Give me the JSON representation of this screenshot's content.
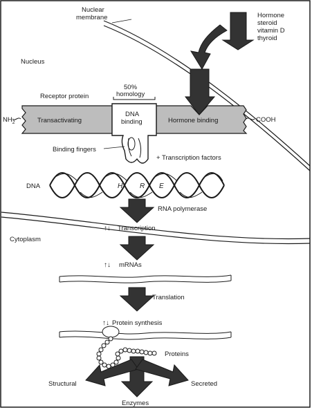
{
  "labels": {
    "nuclear_membrane_1": "Nuclear",
    "nuclear_membrane_2": "membrane",
    "nucleus": "Nucleus",
    "hormone_1": "Hormone",
    "hormone_2": "steroid",
    "hormone_3": "vitamin D",
    "hormone_4": "thyroid",
    "homology_1": "50%",
    "homology_2": "homology",
    "receptor_protein": "Receptor protein",
    "nh2": "NH",
    "nh2_sub": "2",
    "cooh": "COOH",
    "transactivating": "Transactivating",
    "dna_binding_1": "DNA",
    "dna_binding_2": "binding",
    "hormone_binding": "Hormone binding",
    "binding_fingers": "Binding fingers",
    "transcription_factors": "+ Transcription factors",
    "dna": "DNA",
    "hre_h": "H",
    "hre_r": "R",
    "hre_e": "E",
    "rna_polymerase": "RNA polymerase",
    "transcription": "Transcription",
    "cytoplasm": "Cytoplasm",
    "mrnas": "mRNAs",
    "translation": "Translation",
    "protein_synthesis": "Protein synthesis",
    "proteins": "Proteins",
    "structural": "Structural",
    "secreted": "Secreted",
    "enzymes": "Enzymes",
    "updown_glyph": "↑↓"
  },
  "colors": {
    "ink": "#1a1a1a",
    "arrow_fill": "#333333",
    "box_fill": "#bdbdbd",
    "white": "#ffffff"
  }
}
